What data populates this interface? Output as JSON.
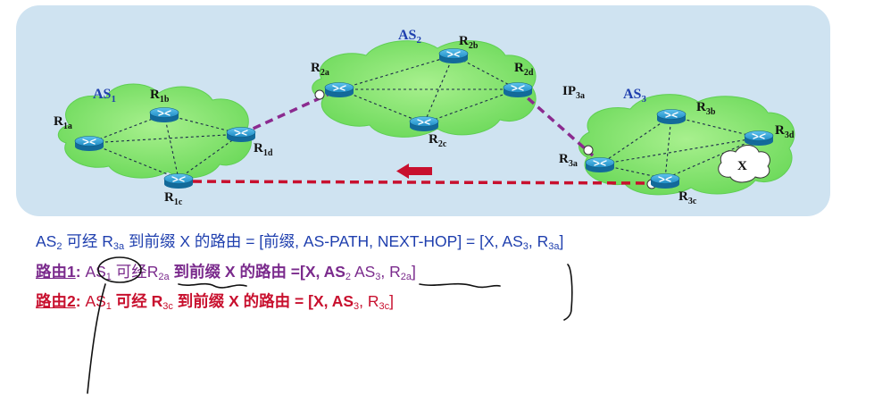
{
  "diagram": {
    "as_labels": [
      {
        "id": "as1",
        "main": "AS",
        "sub": "1"
      },
      {
        "id": "as2",
        "main": "AS",
        "sub": "2"
      },
      {
        "id": "as3",
        "main": "AS",
        "sub": "3"
      }
    ],
    "routers": [
      {
        "id": "r1a",
        "main": "R",
        "sub": "1a"
      },
      {
        "id": "r1b",
        "main": "R",
        "sub": "1b"
      },
      {
        "id": "r1c",
        "main": "R",
        "sub": "1c"
      },
      {
        "id": "r1d",
        "main": "R",
        "sub": "1d"
      },
      {
        "id": "r2a",
        "main": "R",
        "sub": "2a"
      },
      {
        "id": "r2b",
        "main": "R",
        "sub": "2b"
      },
      {
        "id": "r2c",
        "main": "R",
        "sub": "2c"
      },
      {
        "id": "r2d",
        "main": "R",
        "sub": "2d"
      },
      {
        "id": "r3a",
        "main": "R",
        "sub": "3a"
      },
      {
        "id": "r3b",
        "main": "R",
        "sub": "3b"
      },
      {
        "id": "r3c",
        "main": "R",
        "sub": "3c"
      },
      {
        "id": "r3d",
        "main": "R",
        "sub": "3d"
      }
    ],
    "ip_label": {
      "main": "IP",
      "sub": "3a"
    },
    "prefix_cloud_label": "X",
    "colors": {
      "panel": "#cfe3f1",
      "cloud": "#7fe16a",
      "cloud_edge": "#5fcf52",
      "router": "#2a9fd6",
      "ebgp": "#8b2a8f",
      "advert": "#c8102e",
      "text_blue": "#1f3fae",
      "text_purple": "#7a2a8c",
      "text_red": "#c8102e"
    }
  },
  "text": {
    "line1": {
      "a": "AS",
      "a_sub": "2",
      "b": " 可经 R",
      "b_sub": "3a",
      "c": " 到前缀 X 的路由 = [前缀, AS-PATH, NEXT-HOP] = [X, AS",
      "c_sub": "3",
      "d": ", R",
      "d_sub": "3a",
      "e": "]"
    },
    "line2": {
      "label": "路由1",
      "colon": ": ",
      "a": "AS",
      "a_sub": "1",
      "b": " 可经R",
      "b_sub": "2a",
      "c": " 到前缀 X",
      "d": " 的路由 =[X,  AS",
      "d_sub": "2",
      "e": " AS",
      "e_sub": "3",
      "f": ",  R",
      "f_sub": "2a",
      "g": "]"
    },
    "line3": {
      "label": "路由2",
      "colon": ": ",
      "a": "AS",
      "a_sub": "1",
      "b": " 可经 R",
      "b_sub": "3c",
      "c": " 到前缀 X 的路由 = [X,  AS",
      "c_sub": "3",
      "d": ",  R",
      "d_sub": "3c",
      "e": "]"
    }
  }
}
